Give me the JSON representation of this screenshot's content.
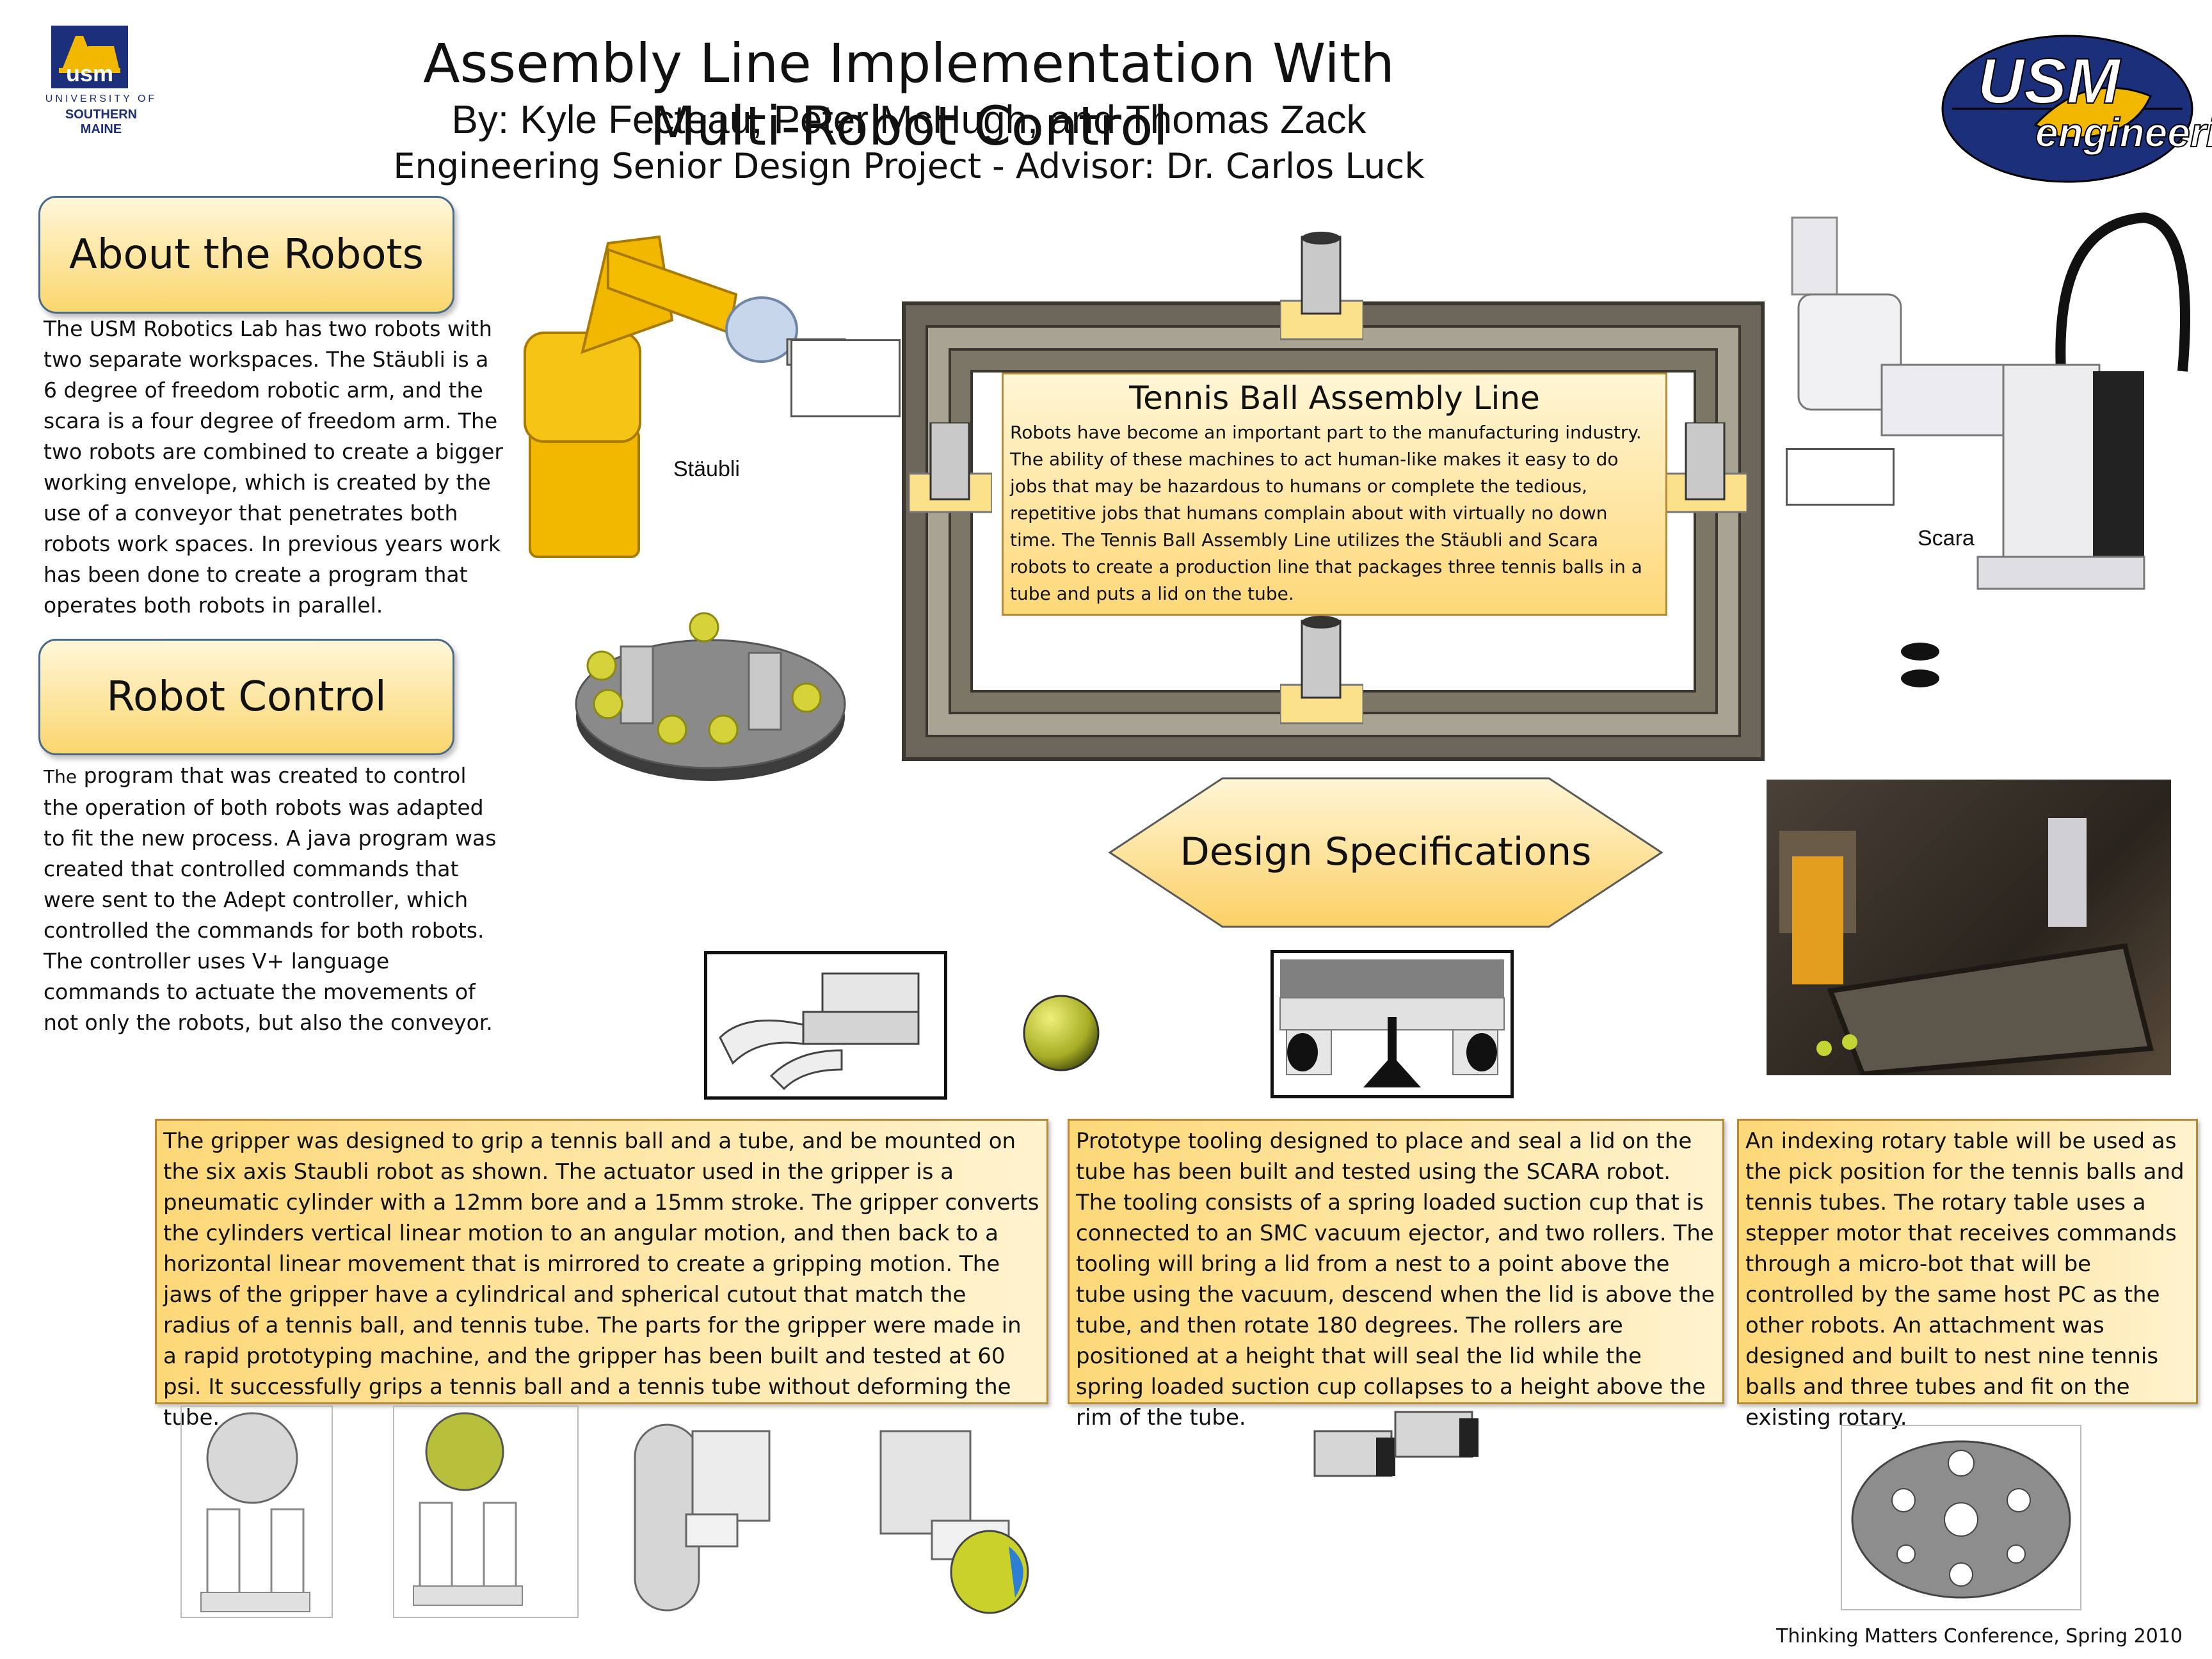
{
  "header": {
    "title": "Assembly Line Implementation With Multi-Robot Control",
    "authors": "By: Kyle Fecteau, Peter McHugh, and Thomas Zack",
    "advisor": "Engineering Senior Design Project - Advisor: Dr. Carlos Luck"
  },
  "logos": {
    "usm_left_abbr": "usm",
    "usm_left_line1": "UNIVERSITY OF",
    "usm_left_line2": "SOUTHERN MAINE",
    "usm_right_top": "USM",
    "usm_right_bottom": "engineering"
  },
  "about": {
    "heading": "About the Robots",
    "text": "The USM Robotics Lab has two robots with two separate workspaces. The Stäubli is a 6 degree of freedom robotic arm, and the scara is a four degree of freedom arm. The two robots are combined to create a bigger working envelope, which is created by the use of a conveyor that penetrates both robots work spaces. In previous years work has been done to create a program that operates both robots in parallel."
  },
  "control": {
    "heading": "Robot Control",
    "lead": "The",
    "text": " program that was created to control the operation of both robots was adapted to fit the new process. A java program was created that controlled commands that were sent to the Adept controller, which controlled the commands for both robots. The controller uses V+ language commands to actuate the movements of not only the robots, but also the conveyor."
  },
  "labels": {
    "staubli": "Stäubli",
    "scara": "Scara"
  },
  "assembly": {
    "heading": "Tennis Ball Assembly Line",
    "text": "Robots have become an important part to the manufacturing industry. The ability of these machines to act human-like makes it easy to do jobs that may be hazardous to humans or complete the tedious, repetitive jobs that humans complain about with virtually no down time. The Tennis Ball Assembly Line utilizes the Stäubli and Scara robots to create a production line that packages three tennis balls in a tube and puts a lid on the tube."
  },
  "design_specs": {
    "heading": "Design Specifications"
  },
  "gripper_box": {
    "text": "The gripper was designed to grip a tennis ball and a tube, and be mounted on the six axis Staubli robot as shown.  The actuator used in the gripper is a pneumatic cylinder with a 12mm bore and a 15mm stroke.  The gripper converts the cylinders vertical linear motion to an angular motion, and then back to a horizontal linear movement that is mirrored to create a gripping motion.  The jaws of the gripper have a cylindrical and spherical cutout that match the radius of a tennis ball, and tennis tube.  The parts for the gripper were made in a rapid prototyping machine, and the gripper has been built and tested at 60 psi.  It successfully grips a tennis ball and a tennis tube without deforming the tube."
  },
  "tooling_box": {
    "text": "Prototype tooling designed to place and seal a lid on the tube has been built and tested using the SCARA robot.  The tooling consists of a spring loaded suction cup that is connected to an SMC vacuum ejector, and two rollers.  The tooling will bring a lid from a nest to a point above the tube using the vacuum, descend when the lid is above the tube, and then rotate 180 degrees.  The rollers are positioned at a height that will seal the lid while the spring loaded suction cup collapses to a height above the rim of the tube."
  },
  "rotary_box": {
    "text": "An indexing rotary table will be used as the pick position for the tennis balls and tennis tubes.  The rotary table uses a stepper motor that receives commands through a micro-bot that will be controlled by the same host PC as the other robots.  An attachment was designed and built to nest nine tennis balls and three tubes and fit on the existing rotary."
  },
  "footer": {
    "text": "Thinking Matters Conference, Spring 2010"
  },
  "colors": {
    "accent_yellow": "#fbd66e",
    "robot_yellow": "#f2b800",
    "tennis_ball": "#b8bf3a",
    "usm_navy": "#1b2f7a"
  }
}
